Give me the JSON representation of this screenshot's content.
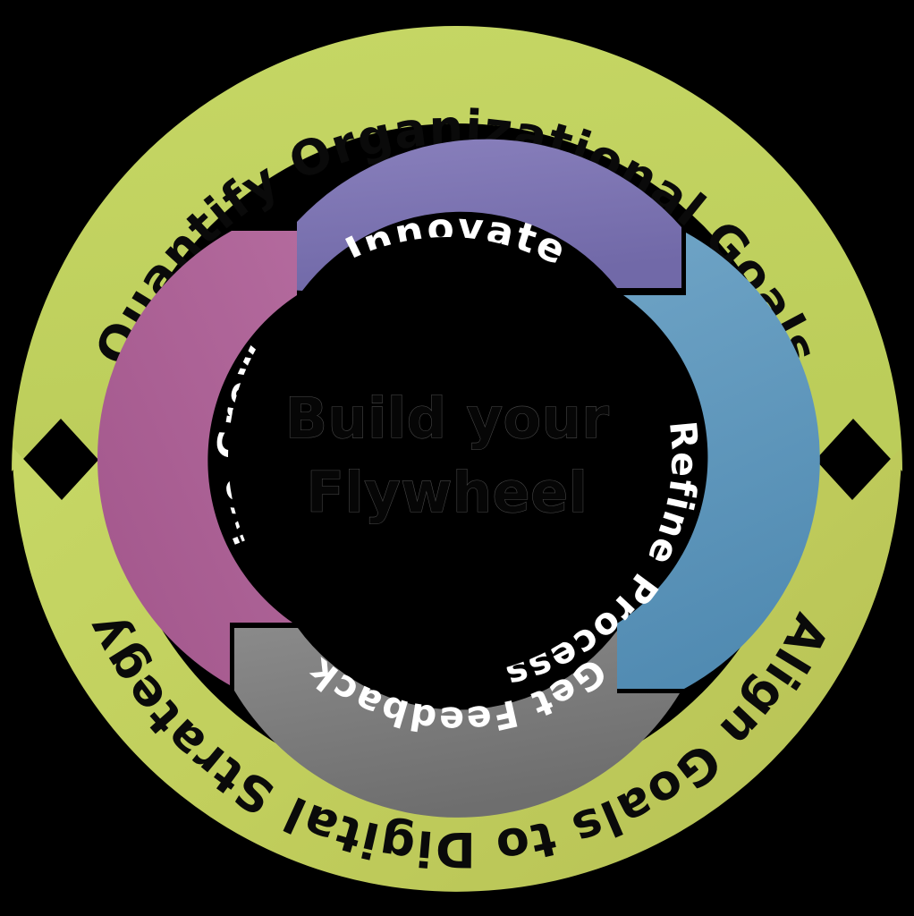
{
  "diagram": {
    "title_center_line1": "Build your",
    "title_center_line2": "Flywheel",
    "background_color": "#000000",
    "outer_ring": {
      "color": "#c2d55e",
      "color_dark": "#bcc95a",
      "text_color": "#0a0a0a",
      "labels": [
        {
          "id": "top",
          "text": "Quantify Organizational Goals"
        },
        {
          "id": "bottom",
          "text": "Align Goals to Digital Strategy"
        }
      ],
      "arrows": [
        {
          "id": "left-chevron",
          "direction": "up"
        },
        {
          "id": "right-chevron",
          "direction": "down"
        }
      ]
    },
    "inner_ring": {
      "text_color": "#ffffff",
      "segments": [
        {
          "id": "innovate",
          "label": "Innovate",
          "color": "#7b72b0",
          "color_dark": "#6d63a5",
          "position": "top"
        },
        {
          "id": "refine-process",
          "label": "Refine Process",
          "color": "#5e93b8",
          "color_dark": "#4f86ad",
          "position": "right"
        },
        {
          "id": "get-feedback",
          "label": "Get Feedback",
          "color": "#808080",
          "color_dark": "#6f6f6f",
          "position": "bottom"
        },
        {
          "id": "drive-growth",
          "label": "Drive Growth",
          "color": "#aa5e93",
          "color_dark": "#9d5287",
          "position": "left"
        }
      ]
    },
    "hub": {
      "color": "#000000",
      "text_color": "#0a0a0a",
      "outline_color": "#4a4a4a"
    }
  }
}
